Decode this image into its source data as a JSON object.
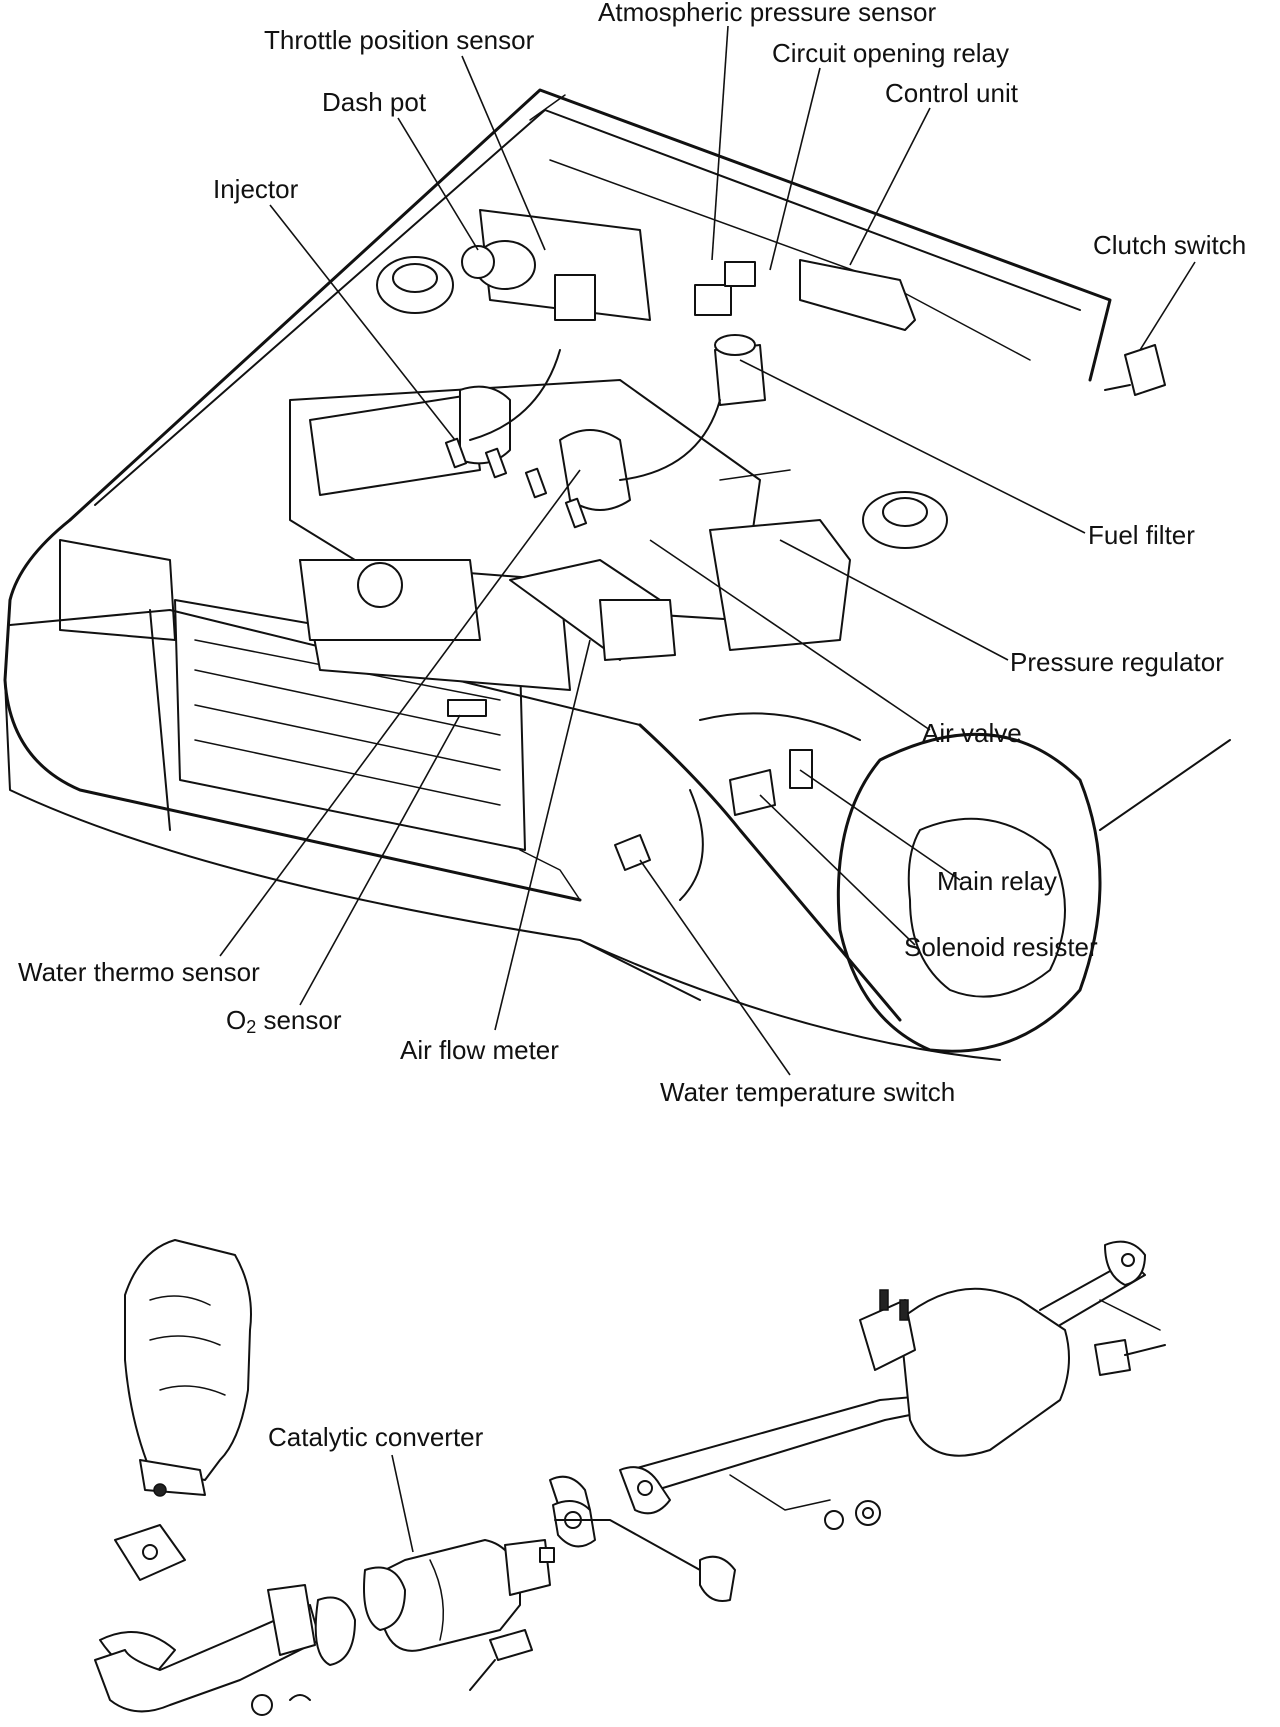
{
  "engine_labels": {
    "atmospheric_pressure_sensor": "Atmospheric pressure sensor",
    "throttle_position_sensor": "Throttle position sensor",
    "circuit_opening_relay": "Circuit opening relay",
    "dash_pot": "Dash pot",
    "control_unit": "Control unit",
    "injector": "Injector",
    "clutch_switch": "Clutch switch",
    "fuel_filter": "Fuel filter",
    "pressure_regulator": "Pressure regulator",
    "air_valve": "Air valve",
    "main_relay": "Main relay",
    "solenoid_resister": "Solenoid resister",
    "water_thermo_sensor": "Water thermo sensor",
    "o2_sensor_main": "O",
    "o2_sensor_sub": "2",
    "o2_sensor_rest": " sensor",
    "air_flow_meter": "Air flow meter",
    "water_temperature_switch": "Water temperature switch"
  },
  "exhaust_labels": {
    "catalytic_converter": "Catalytic converter"
  }
}
